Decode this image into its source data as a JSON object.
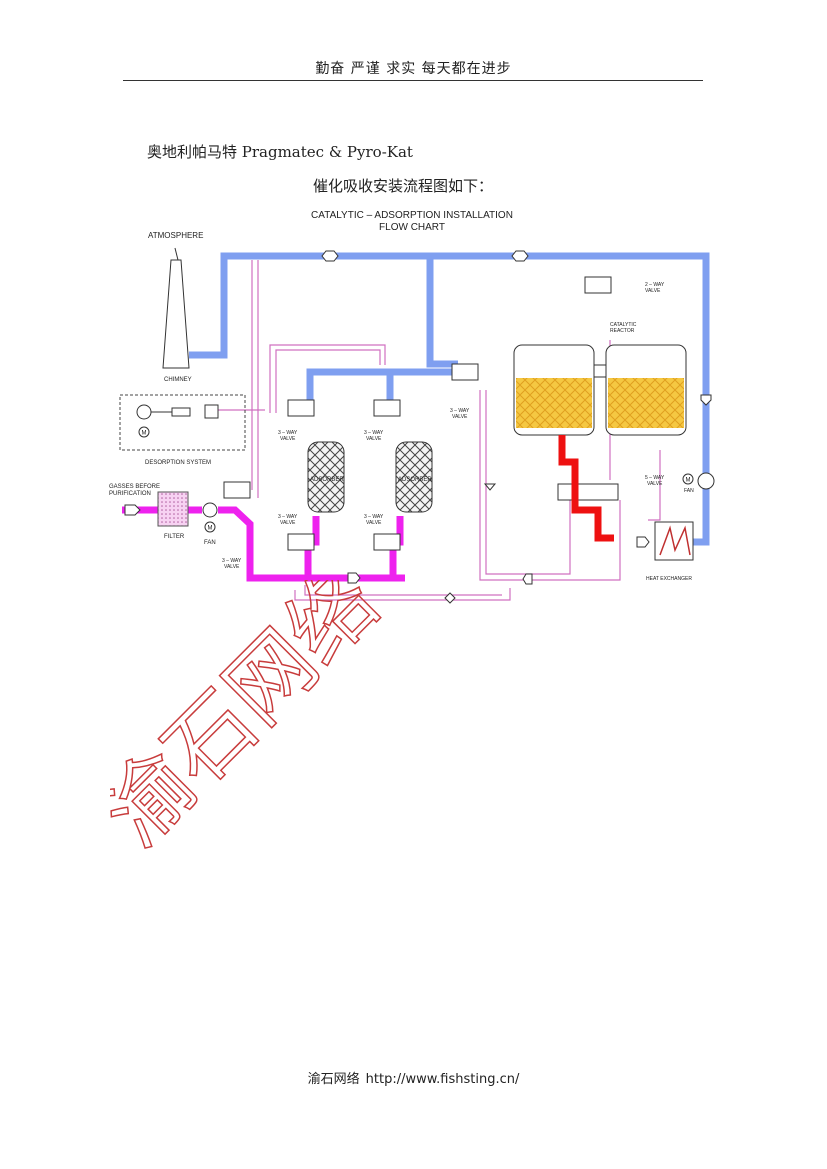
{
  "header": {
    "motto": "勤奋 严谨 求实 每天都在进步"
  },
  "intro": {
    "text": "奥地利帕马特 Pragmatec & Pyro-Kat"
  },
  "subtitle": {
    "text": "催化吸收安装流程图如下："
  },
  "diagram": {
    "title_line1": "CATALYTIC  –  ADSORPTION  INSTALLATION",
    "title_line2": "FLOW  CHART",
    "atmosphere": "ATMOSPHERE",
    "chimney": "CHIMNEY",
    "desorption_system": "DESORPTION SYSTEM",
    "gasses_line1": "GASSES BEFORE",
    "gasses_line2": "PURIFICATION",
    "filter": "FILTER",
    "fan": "FAN",
    "fan_right": "FAN",
    "adsorber_1": "ADSORBER",
    "adsorber_2": "ADSORBER",
    "valve_3way_line1": "3 – WAY",
    "valve_line2": "VALVE",
    "valve_2way_line1": "2 – WAY",
    "valve_5way_line1": "5 – WAY",
    "catalytic_line1": "CATALYTIC",
    "catalytic_line2": "REACTOR",
    "heat_exchanger": "HEAT EXCHANGER",
    "motor": "M",
    "colors": {
      "flue": "#7f9ff0",
      "inlet": "#ee22ee",
      "hot": "#ee1111",
      "thin": "#d070c0",
      "catalyst": "#f5c842"
    }
  },
  "watermark": {
    "text": "渝石网络"
  },
  "footer": {
    "company": "渝石网络",
    "url": "http://www.fishsting.cn/"
  }
}
